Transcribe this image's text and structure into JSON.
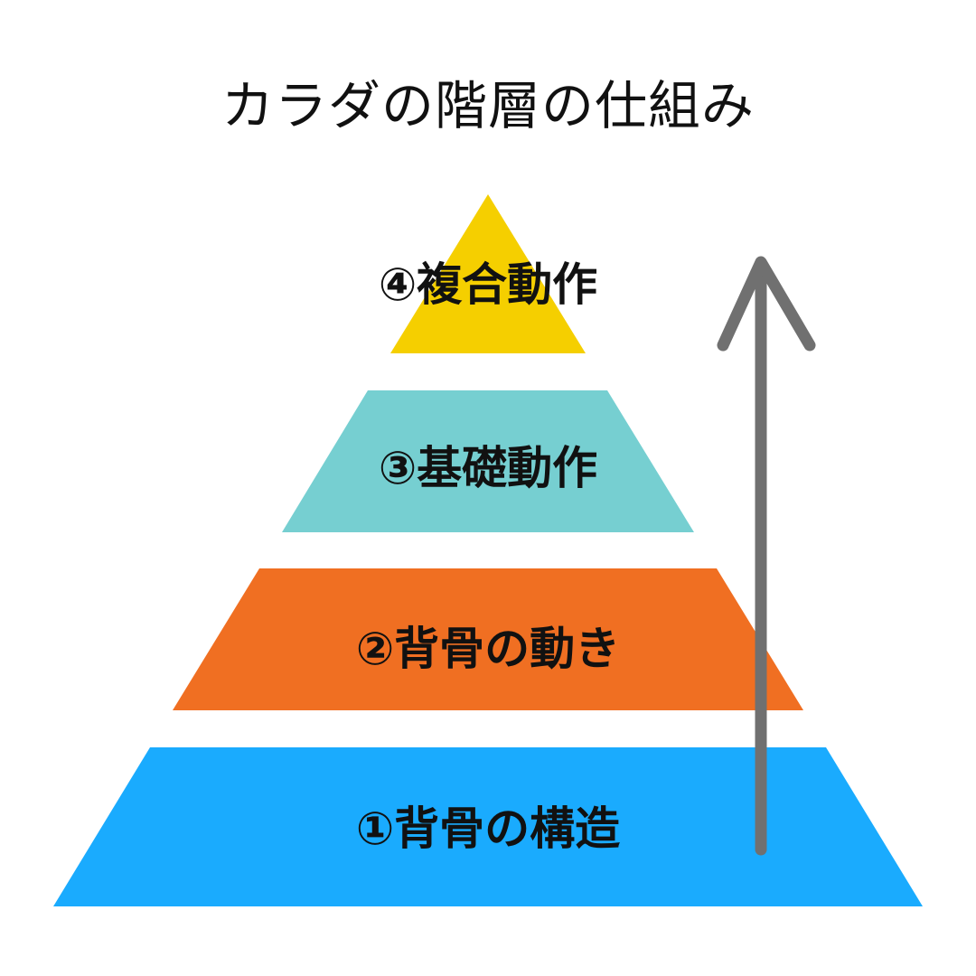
{
  "title": "カラダの階層の仕組み",
  "tiers": [
    {
      "label": "④複合動作",
      "color": "#F5CF00"
    },
    {
      "label": "③基礎動作",
      "color": "#76CFD1"
    },
    {
      "label": "②背骨の動き",
      "color": "#F06F22"
    },
    {
      "label": "①背骨の構造",
      "color": "#1AABFE"
    }
  ],
  "arrow": {
    "icon": "arrow-up-icon",
    "color": "#707070"
  }
}
